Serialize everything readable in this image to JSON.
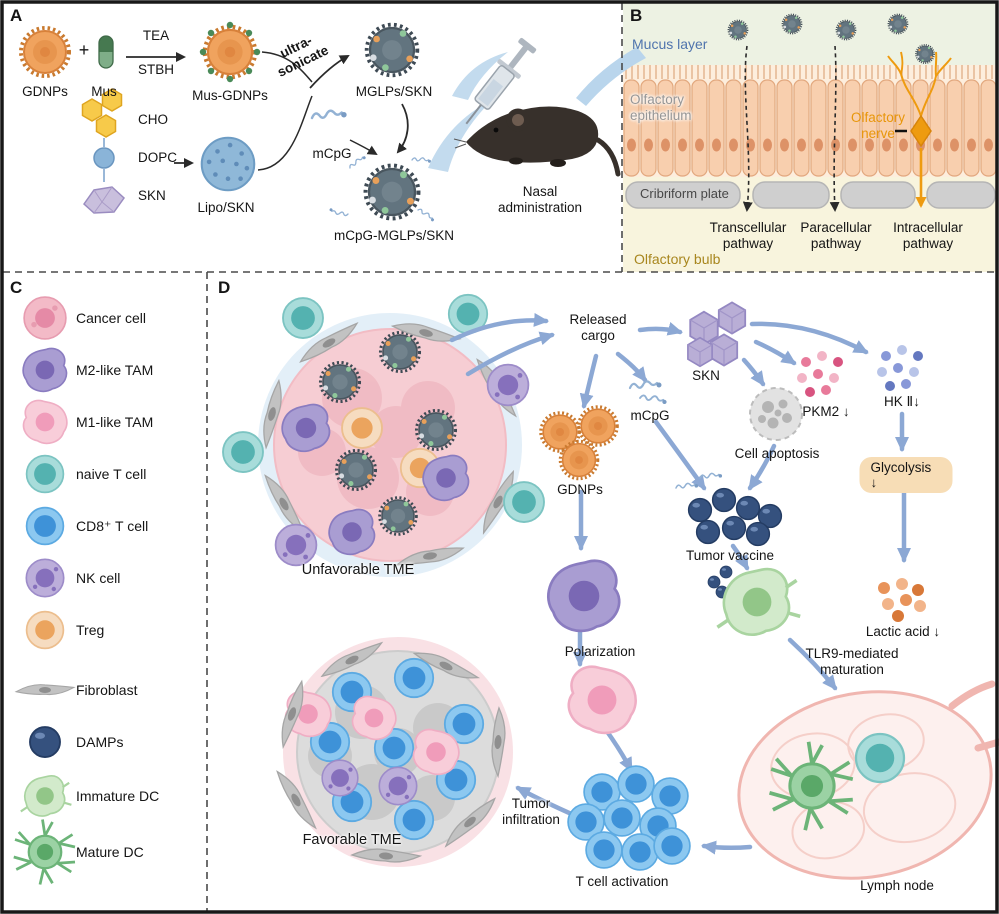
{
  "panelA": {
    "label": "A",
    "gdnps": "GDNPs",
    "plus": "+",
    "mus": "Mus",
    "tea": "TEA",
    "stbh": "STBH",
    "musGdnps": "Mus-GDNPs",
    "ultrasonicate": "ultra-\nsonicate",
    "mglpsSkn": "MGLPs/SKN",
    "mcpg": "mCpG",
    "cho": "CHO",
    "dopc": "DOPC",
    "skn": "SKN",
    "lipoSkn": "Lipo/SKN",
    "mcpgMglpsSkn": "mCpG-MGLPs/SKN",
    "nasal": "Nasal\nadministration"
  },
  "panelB": {
    "label": "B",
    "mucusLayer": "Mucus layer",
    "olfactoryEpithelium": "Olfactory\nepithelium",
    "olfactoryNerve": "Olfactory\nnerve",
    "cribriformPlate": "Cribriform plate",
    "olfactoryBulb": "Olfactory bulb",
    "transcellular": "Transcellular\npathway",
    "paracellular": "Paracellular\npathway",
    "intracellular": "Intracellular\npathway"
  },
  "panelC": {
    "label": "C",
    "items": [
      {
        "label": "Cancer cell"
      },
      {
        "label": "M2-like TAM"
      },
      {
        "label": "M1-like TAM"
      },
      {
        "label": "naive T cell"
      },
      {
        "label": "CD8⁺ T cell"
      },
      {
        "label": "NK cell"
      },
      {
        "label": "Treg"
      },
      {
        "label": "Fibroblast"
      },
      {
        "label": "DAMPs"
      },
      {
        "label": "Immature DC"
      },
      {
        "label": "Mature DC"
      }
    ]
  },
  "panelD": {
    "label": "D",
    "releasedCargo": "Released\ncargo",
    "skn": "SKN",
    "mcpg": "mCpG",
    "gdnps": "GDNPs",
    "pkm2": "PKM2 ↓",
    "hk2": "HK Ⅱ↓",
    "cellApoptosis": "Cell apoptosis",
    "glycolysis": "Glycolysis ↓",
    "lacticAcid": "Lactic acid ↓",
    "tumorVaccine": "Tumor vaccine",
    "unfavorableTme": "Unfavorable TME",
    "polarization": "Polarization",
    "tlr9": "TLR9-mediated\nmaturation",
    "favorableTme": "Favorable TME",
    "tumorInfiltration": "Tumor\ninfiltration",
    "tCellActivation": "T cell activation",
    "lymphNode": "Lymph node"
  },
  "colors": {
    "arrowBlue": "#8ca8d4",
    "gdnpOrange": "#f0a35e",
    "nerveOrange": "#ee9b10",
    "mucusBlue": "#4f74ad",
    "bulbGold": "#a8861e"
  }
}
